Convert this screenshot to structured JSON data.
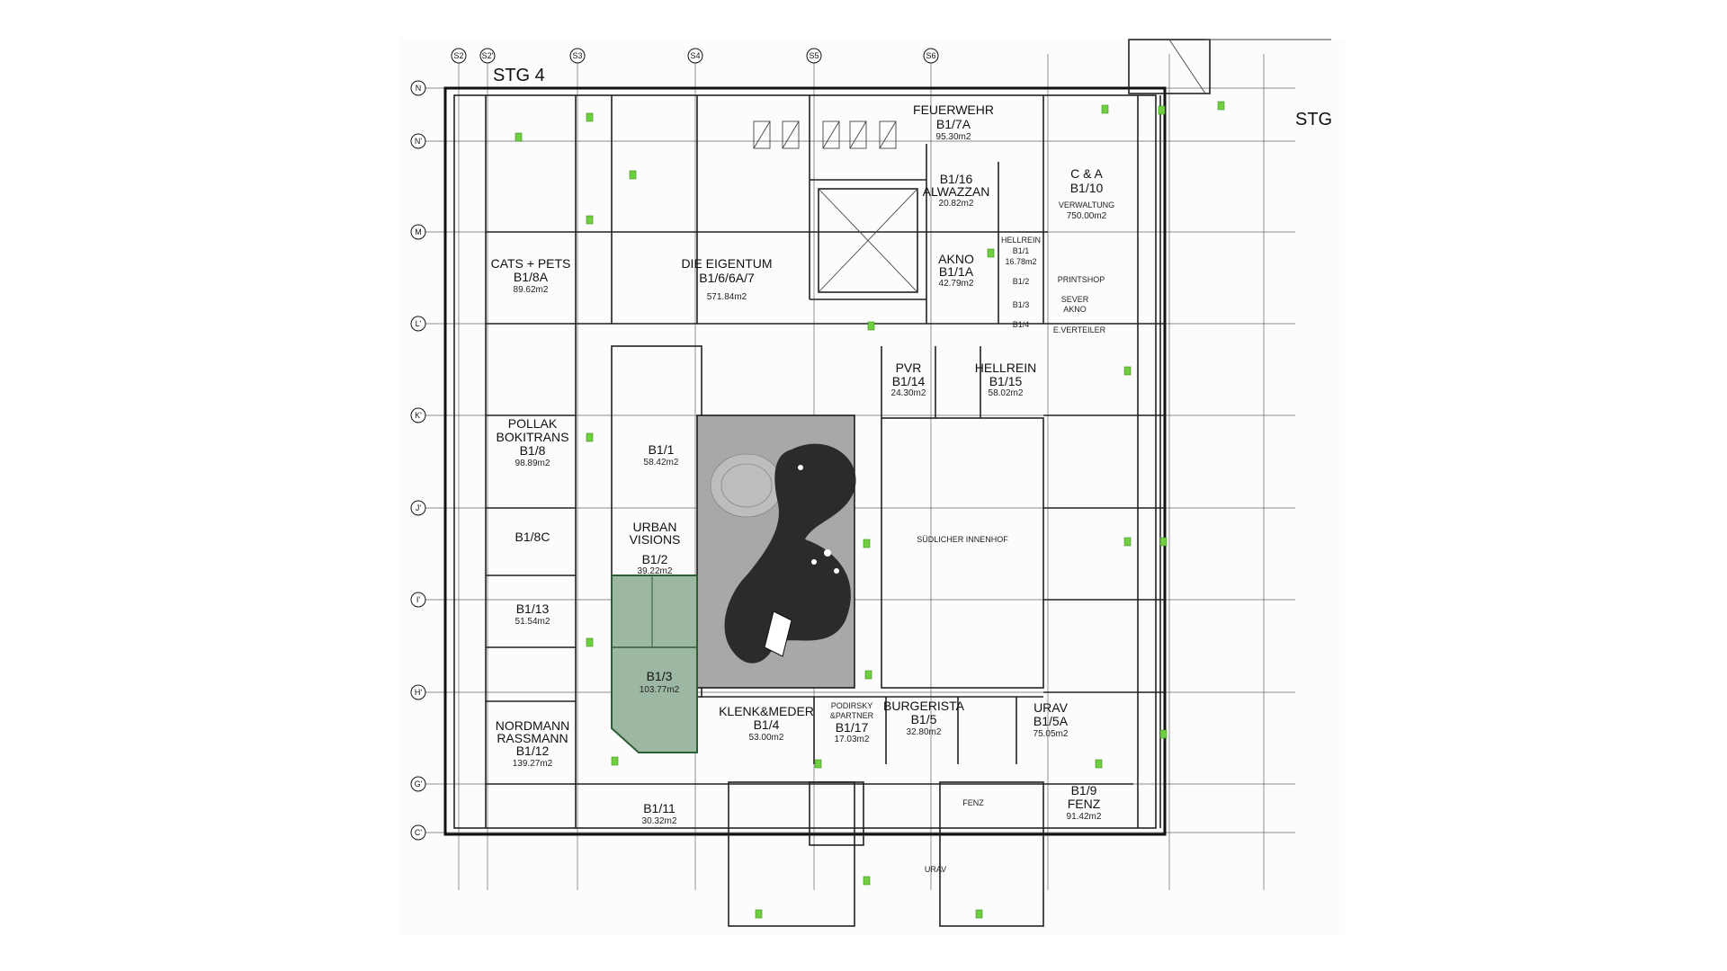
{
  "stair_labels": [
    "STG 4",
    "STG"
  ],
  "axes_top": [
    "S2",
    "S2'",
    "S3",
    "S4",
    "S5",
    "S6"
  ],
  "axes_left": [
    "N",
    "N'",
    "M",
    "L'",
    "K'",
    "J'",
    "I'",
    "H'",
    "G'",
    "C'"
  ],
  "units": [
    {
      "key": "feuerwehr",
      "lines": [
        "FEUERWEHR",
        "B1/7A"
      ],
      "area": "95.30m2"
    },
    {
      "key": "alwazzan",
      "lines": [
        "B1/16",
        "ALWAZZAN"
      ],
      "area": "20.82m2"
    },
    {
      "key": "c_a",
      "lines": [
        "C & A",
        "B1/10"
      ],
      "sub": "VERWALTUNG",
      "area": "750.00m2"
    },
    {
      "key": "cats_pets",
      "lines": [
        "CATS + PETS",
        "B1/8A"
      ],
      "area": "89.62m2"
    },
    {
      "key": "eigentum",
      "lines": [
        "DIE EIGENTUM",
        "B1/6/6A/7"
      ],
      "area": "571.84m2"
    },
    {
      "key": "akno_1a",
      "lines": [
        "AKNO",
        "B1/1A"
      ],
      "area": "42.79m2"
    },
    {
      "key": "hellrein_b1",
      "lines": [
        "HELLREIN",
        "B1/1"
      ],
      "area": "16.78m2"
    },
    {
      "key": "b1_2small",
      "lines": [
        "B1/2"
      ],
      "area": ""
    },
    {
      "key": "b1_3small",
      "lines": [
        "B1/3"
      ],
      "area": ""
    },
    {
      "key": "b1_4small",
      "lines": [
        "B1/4"
      ],
      "area": ""
    },
    {
      "key": "pvr",
      "lines": [
        "PVR",
        "B1/14"
      ],
      "area": "24.30m2"
    },
    {
      "key": "hellrein_15",
      "lines": [
        "HELLREIN",
        "B1/15"
      ],
      "area": "58.02m2"
    },
    {
      "key": "pollak",
      "lines": [
        "POLLAK",
        "BOKITRANS",
        "B1/8"
      ],
      "area": "98.89m2"
    },
    {
      "key": "b1_1",
      "lines": [
        "B1/1"
      ],
      "area": "58.42m2"
    },
    {
      "key": "b1_8c",
      "lines": [
        "B1/8C"
      ],
      "area": ""
    },
    {
      "key": "urban",
      "lines": [
        "URBAN",
        "VISIONS",
        "B1/2"
      ],
      "area": "39.22m2"
    },
    {
      "key": "b1_13",
      "lines": [
        "B1/13"
      ],
      "area": "51.54m2"
    },
    {
      "key": "b1_3",
      "lines": [
        "B1/3"
      ],
      "area": "103.77m2"
    },
    {
      "key": "nordmann",
      "lines": [
        "NORDMANN",
        "RASSMANN",
        "B1/12"
      ],
      "area": "139.27m2"
    },
    {
      "key": "klenk",
      "lines": [
        "KLENK&MEDER",
        "B1/4"
      ],
      "area": "53.00m2"
    },
    {
      "key": "podirsky",
      "lines": [
        "PODIRSKY",
        "&PARTNER",
        "B1/17"
      ],
      "area": "17.03m2"
    },
    {
      "key": "burgerista",
      "lines": [
        "BURGERISTA",
        "B1/5"
      ],
      "area": "32.80m2"
    },
    {
      "key": "urav5a",
      "lines": [
        "URAV",
        "B1/5A"
      ],
      "area": "75.05m2"
    },
    {
      "key": "b1_11",
      "lines": [
        "B1/11"
      ],
      "area": "30.32m2"
    },
    {
      "key": "fenz9",
      "lines": [
        "B1/9",
        "FENZ"
      ],
      "area": "91.42m2"
    }
  ],
  "notes": {
    "printshop": "PRINTSHOP",
    "sever": "SEVER",
    "akno": "AKNO",
    "everteiler": "E.VERTEILER",
    "fenz_small": "FENZ",
    "urav_small": "URAV",
    "innenhof": "SÜDLICHER INNENHOF"
  },
  "colors": {
    "highlight_fill": "#9db8a2",
    "highlight_stroke": "#2e5e36",
    "exit_green": "#6fcf3f",
    "courtyard": "#a8a8a8",
    "blob": "#2b2b2b"
  }
}
